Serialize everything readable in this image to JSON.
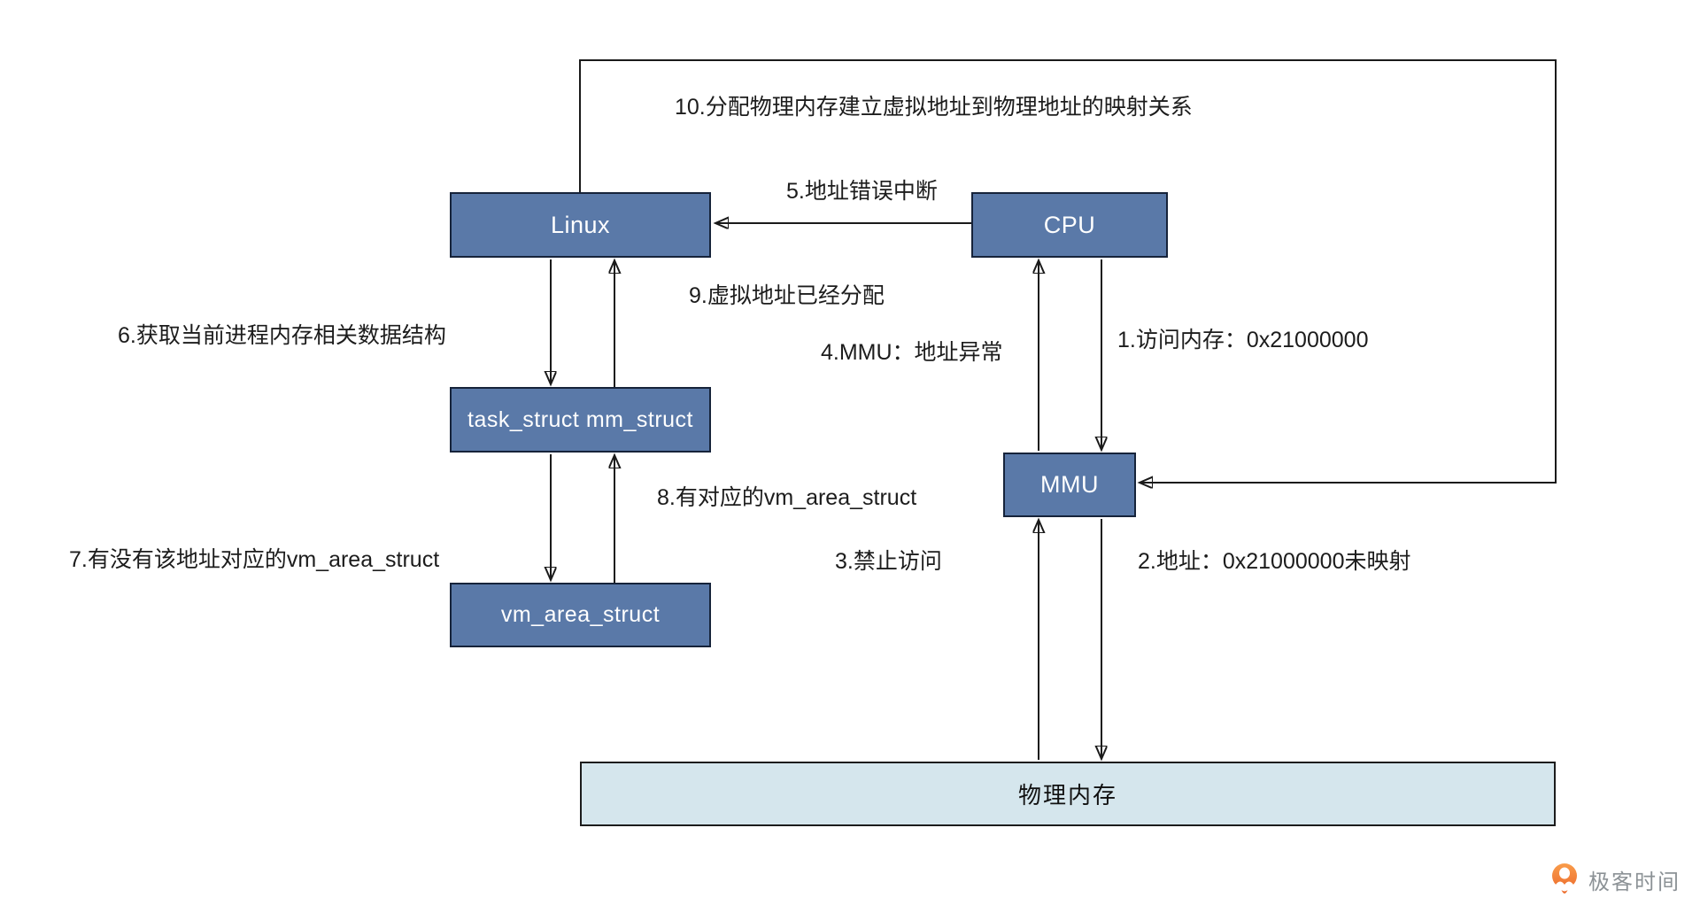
{
  "diagram": {
    "title_domain": "linux-page-fault-flow",
    "nodes": {
      "linux": {
        "label": "Linux"
      },
      "cpu": {
        "label": "CPU"
      },
      "task_struct": {
        "label": "task_struct mm_struct"
      },
      "mmu": {
        "label": "MMU"
      },
      "vm_area_struct": {
        "label": "vm_area_struct"
      },
      "physical_memory": {
        "label": "物理内存"
      }
    },
    "steps": {
      "s1": {
        "label": "1.访问内存：0x21000000",
        "from": "CPU",
        "to": "MMU"
      },
      "s2": {
        "label": "2.地址：0x21000000未映射",
        "from": "MMU",
        "to": "物理内存"
      },
      "s3": {
        "label": "3.禁止访问",
        "from": "物理内存",
        "to": "MMU"
      },
      "s4": {
        "label": "4.MMU：地址异常",
        "from": "MMU",
        "to": "CPU"
      },
      "s5": {
        "label": "5.地址错误中断",
        "from": "CPU",
        "to": "Linux"
      },
      "s6": {
        "label": "6.获取当前进程内存相关数据结构",
        "from": "Linux",
        "to": "task_struct mm_struct"
      },
      "s7": {
        "label": "7.有没有该地址对应的vm_area_struct",
        "from": "task_struct mm_struct",
        "to": "vm_area_struct"
      },
      "s8": {
        "label": "8.有对应的vm_area_struct",
        "from": "vm_area_struct",
        "to": "task_struct mm_struct"
      },
      "s9": {
        "label": "9.虚拟地址已经分配",
        "from": "task_struct mm_struct",
        "to": "Linux"
      },
      "s10": {
        "label": "10.分配物理内存建立虚拟地址到物理地址的映射关系",
        "from": "Linux",
        "to": "MMU"
      }
    },
    "colors": {
      "node_fill": "#5a79a8",
      "node_border": "#16233a",
      "node_text": "#ffffff",
      "memory_fill": "#d5e6ed",
      "line": "#1a1a1a",
      "label_text": "#1c1c1c"
    }
  },
  "branding": {
    "logo_text": "极客时间",
    "logo_orange": "#ee7030",
    "logo_text_color": "#8c9296"
  }
}
